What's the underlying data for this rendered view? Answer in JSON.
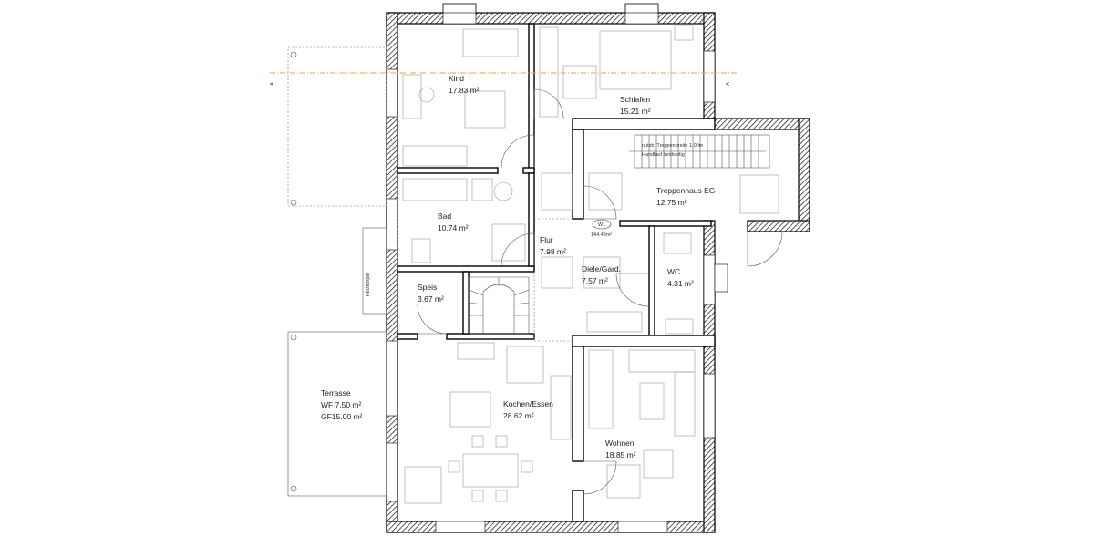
{
  "rooms": {
    "kind": {
      "name": "Kind",
      "area": "17.83 m²"
    },
    "schlafen": {
      "name": "Schlafen",
      "area": "15.21 m²"
    },
    "treppenhaus": {
      "name": "Treppenhaus EG",
      "area": "12.75 m²"
    },
    "bad": {
      "name": "Bad",
      "area": "10.74 m²"
    },
    "flur": {
      "name": "Flur",
      "area": "7.98 m²"
    },
    "diele": {
      "name": "Diele/Gard.",
      "area": "7.57 m²"
    },
    "wc": {
      "name": "WC",
      "area": "4.31 m²"
    },
    "speis": {
      "name": "Speis",
      "area": "3.67 m²"
    },
    "kochen": {
      "name": "Kochen/Essen",
      "area": "28.62 m²"
    },
    "wohnen": {
      "name": "Wohnen",
      "area": "18.85 m²"
    }
  },
  "terrasse": {
    "name": "Terrasse",
    "wf": "WF 7.50 m²",
    "gf": "GF15.00 m²"
  },
  "stair_note": {
    "line1": "nutzb. Treppenbreite 1,00m",
    "line2": "Handlauf beidseitig"
  },
  "window_tag": {
    "code": "W1",
    "height": "144,48m²"
  },
  "side_label": "Heizkörper",
  "section_markers": {
    "left": "A",
    "right": "A"
  },
  "colors": {
    "walls": "#000000",
    "furniture": "#9a9a9a",
    "section_line": "#f0a030",
    "background": "#ffffff"
  }
}
